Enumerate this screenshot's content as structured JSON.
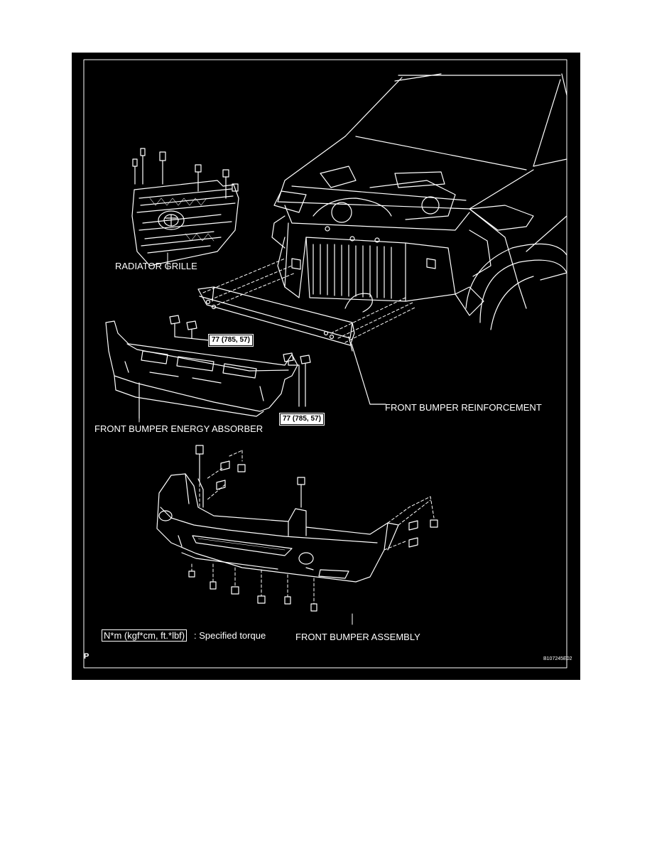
{
  "labels": {
    "radiator_grille": "RADIATOR GRILLE",
    "front_bumper_reinforcement": "FRONT BUMPER REINFORCEMENT",
    "front_bumper_energy_absorber": "FRONT BUMPER ENERGY ABSORBER",
    "front_bumper_assembly": "FRONT BUMPER ASSEMBLY"
  },
  "torque_values": {
    "upper": "77 (785, 57)",
    "lower": "77 (785, 57)"
  },
  "legend": {
    "unit_box": "N*m (kgf*cm, ft.*lbf)",
    "description": ": Specified torque"
  },
  "corner_letter": "P",
  "figure_code": "B107245E02"
}
